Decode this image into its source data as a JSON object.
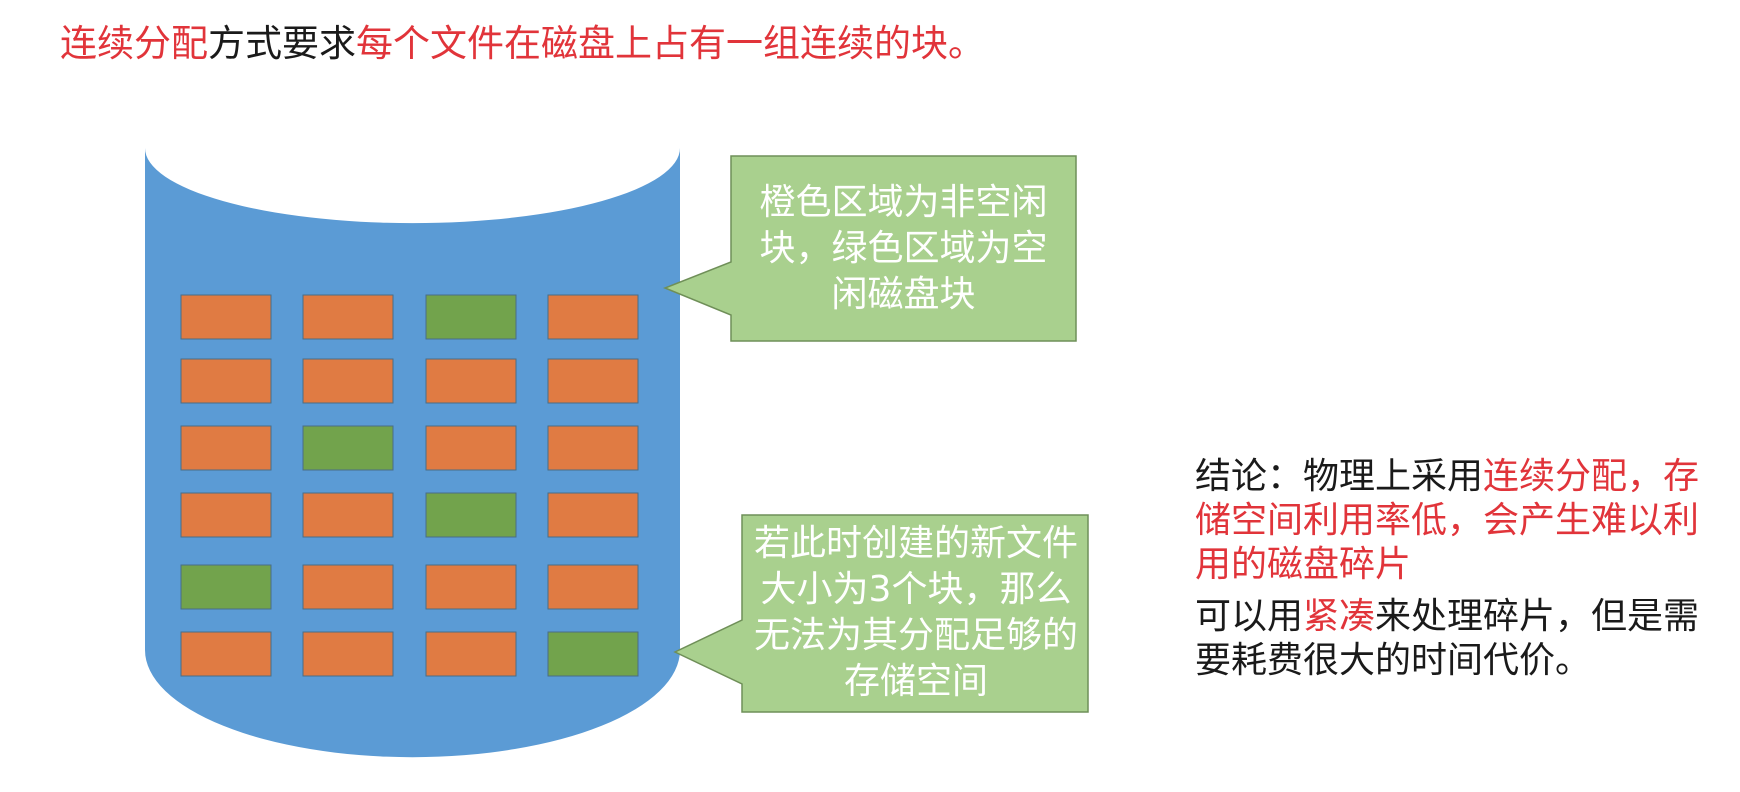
{
  "title": {
    "part1": "连续分配",
    "part2": "方式要求",
    "part3": "每个文件在磁盘上占有一组连续的块。"
  },
  "disk": {
    "block_states": [
      [
        "used",
        "used",
        "free",
        "used"
      ],
      [
        "used",
        "used",
        "used",
        "used"
      ],
      [
        "used",
        "free",
        "used",
        "used"
      ],
      [
        "used",
        "used",
        "free",
        "used"
      ],
      [
        "free",
        "used",
        "used",
        "used"
      ],
      [
        "used",
        "used",
        "used",
        "free"
      ]
    ]
  },
  "colors": {
    "disk": "#5b9bd5",
    "used_block": "#e07b43",
    "free_block": "#72a34c",
    "callout": "#a9d08e",
    "highlight": "#e1343a"
  },
  "callouts": {
    "legend": "橙色区域为非空闲块，绿色区域为空闲磁盘块",
    "note": "若此时创建的新文件大小为3个块，那么无法为其分配足够的存储空间"
  },
  "conclusion": {
    "prefix": "结论：物理上采用",
    "highlight1": "连续分配，存储空间利用率低，会产生难以利用的磁盘碎片",
    "line2_prefix": "可以用",
    "highlight2": "紧凑",
    "line2_suffix": "来处理碎片，但是需要耗费很大的时间代价。"
  }
}
